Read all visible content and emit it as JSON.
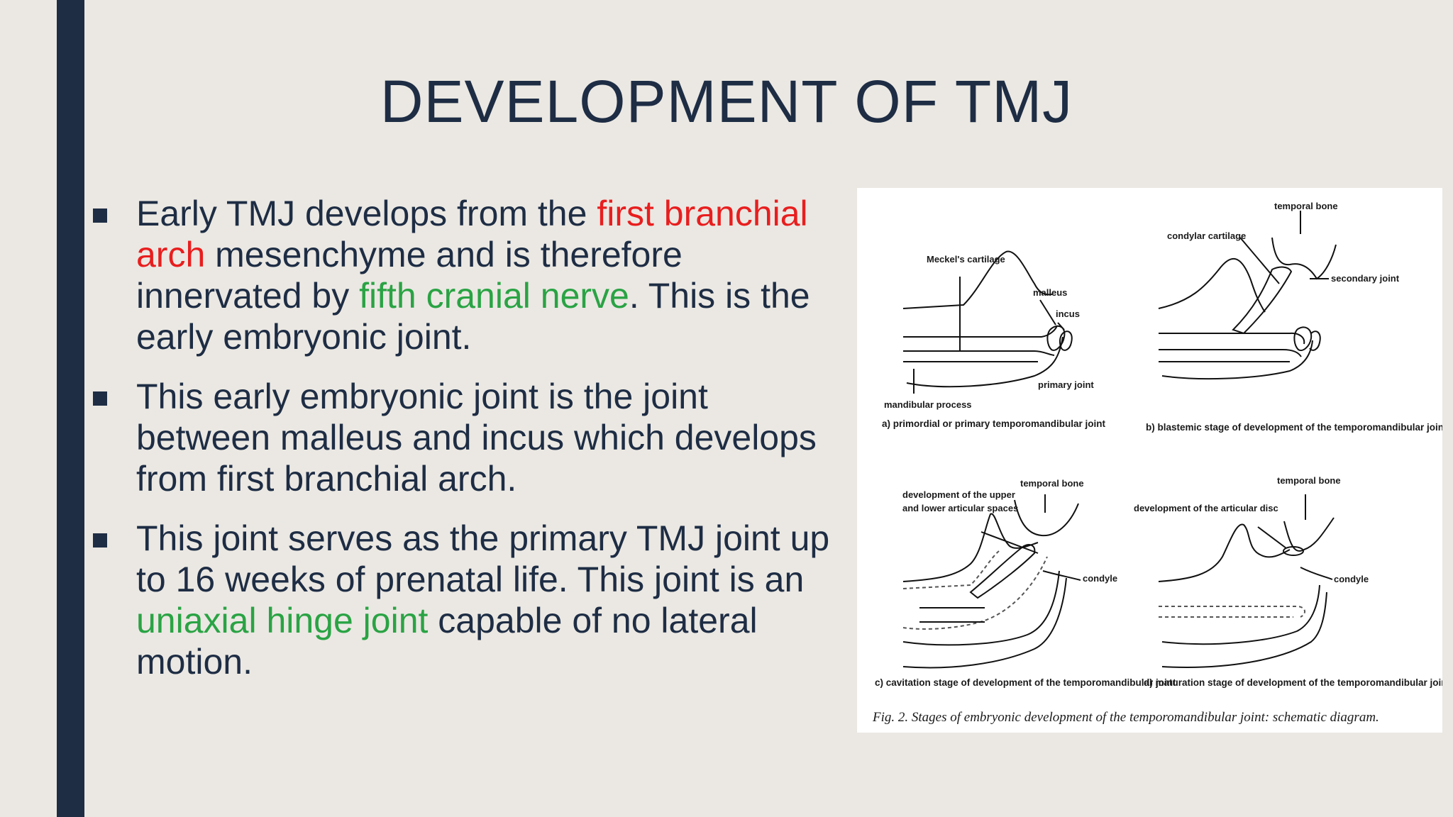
{
  "slide": {
    "title": "DEVELOPMENT OF TMJ",
    "bullets": [
      {
        "segments": [
          {
            "text": "Early TMJ develops from the ",
            "style": "normal"
          },
          {
            "text": "first branchial arch",
            "style": "red"
          },
          {
            "text": " mesenchyme and is therefore innervated by ",
            "style": "normal"
          },
          {
            "text": "fifth cranial nerve",
            "style": "green"
          },
          {
            "text": ". This is the early embryonic joint.",
            "style": "normal"
          }
        ]
      },
      {
        "segments": [
          {
            "text": "This early embryonic joint  is the joint between malleus and incus which develops from first branchial arch.",
            "style": "normal"
          }
        ]
      },
      {
        "segments": [
          {
            "text": "This joint serves as the primary TMJ joint up to 16 weeks of prenatal life. This joint is an ",
            "style": "normal"
          },
          {
            "text": "uniaxial hinge joint",
            "style": "green"
          },
          {
            "text": " capable of no lateral motion.",
            "style": "normal"
          }
        ]
      }
    ]
  },
  "figure": {
    "labels": {
      "a_meckels": "Meckel's cartilage",
      "a_malleus": "malleus",
      "a_incus": "incus",
      "a_primary_joint": "primary joint",
      "a_mandibular": "mandibular process",
      "b_temporal": "temporal bone",
      "b_condylar": "condylar cartilage",
      "b_secondary": "secondary joint",
      "c_dev_upper_1": "development of the upper",
      "c_dev_upper_2": "and lower articular spaces",
      "c_temporal": "temporal bone",
      "c_condyle": "condyle",
      "d_temporal": "temporal bone",
      "d_dev_disc": "development  of the articular disc",
      "d_condyle": "condyle"
    },
    "captions": {
      "a": "a) primordial or primary temporomandibular joint",
      "b": "b) blastemic stage of development of the temporomandibular joint",
      "c": "c) cavitation stage of development of the temporomandibular joint",
      "d": "d) maturation stage of development of the temporomandibular joint"
    },
    "fig_caption": "Fig. 2. Stages of embryonic development of the temporomandibular joint: schematic diagram."
  }
}
